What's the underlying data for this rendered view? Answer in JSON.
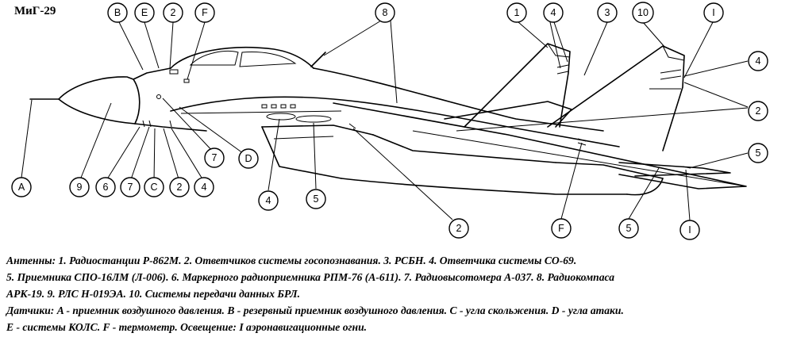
{
  "title": "МиГ-29",
  "callouts": {
    "A": "A",
    "B": "B",
    "C": "C",
    "D": "D",
    "E": "E",
    "F": "F",
    "I": "I",
    "n1": "1",
    "n2": "2",
    "n3": "3",
    "n4": "4",
    "n5": "5",
    "n6": "6",
    "n7": "7",
    "n8": "8",
    "n9": "9",
    "n10": "10"
  },
  "caption": {
    "line1": "Антенны: 1. Радиостанции Р-862М. 2. Ответчиков системы госопознавания. 3. РСБН. 4. Ответчика системы СО-69.",
    "line2": "5. Приемника СПО-16ЛМ (Л-006). 6. Маркерного радиоприемника РПМ-76 (А-611). 7. Радиовысотомера А-037. 8. Радиокомпаса",
    "line3": "АРК-19. 9. РЛС Н-019ЭА. 10. Системы передачи данных БРЛ.",
    "line4": "Датчики: A - приемник воздушного давления. B - резервный приемник воздушного давления. C - угла скольжения. D - угла атаки.",
    "line5": "E - системы КОЛС. F - термометр. Освещение: I аэронавигационные огни."
  }
}
